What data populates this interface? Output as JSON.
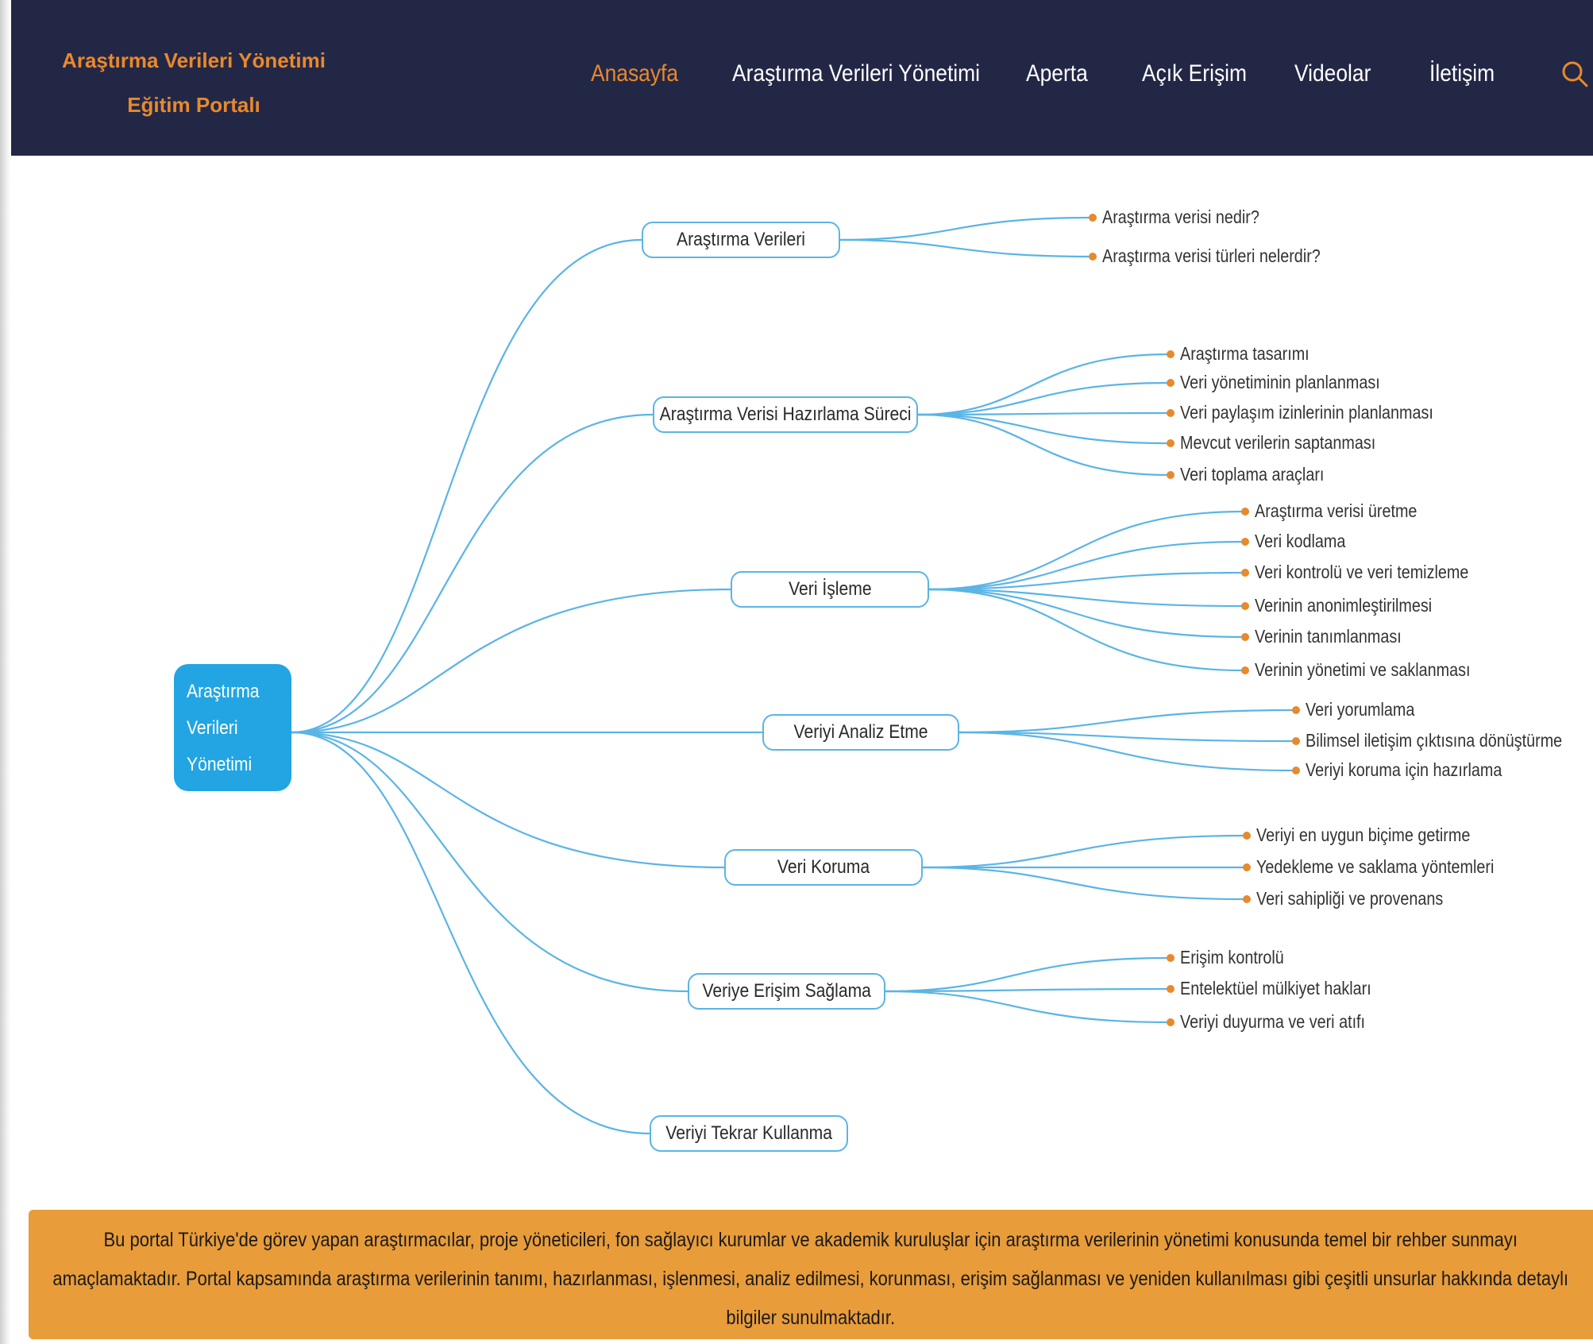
{
  "header": {
    "brand_line1": "Araştırma Verileri Yönetimi",
    "brand_line2": "Eğitim Portalı",
    "nav": [
      {
        "label": "Anasayfa",
        "active": true
      },
      {
        "label": "Araştırma Verileri Yönetimi",
        "active": false
      },
      {
        "label": "Aperta",
        "active": false
      },
      {
        "label": "Açık Erişim",
        "active": false
      },
      {
        "label": "Videolar",
        "active": false
      },
      {
        "label": "İletişim",
        "active": false
      }
    ],
    "search_icon": "search-icon"
  },
  "mindmap": {
    "root": {
      "line1": "Araştırma",
      "line2": "Verileri",
      "line3": "Yönetimi"
    },
    "branches": [
      {
        "label": "Araştırma Verileri",
        "children": [
          "Araştırma verisi nedir?",
          "Araştırma verisi türleri nelerdir?"
        ]
      },
      {
        "label": "Araştırma Verisi Hazırlama Süreci",
        "children": [
          "Araştırma tasarımı",
          "Veri yönetiminin planlanması",
          "Veri paylaşım izinlerinin planlanması",
          "Mevcut verilerin saptanması",
          "Veri toplama araçları"
        ]
      },
      {
        "label": "Veri İşleme",
        "children": [
          "Araştırma verisi üretme",
          "Veri kodlama",
          "Veri kontrolü ve veri temizleme",
          "Verinin anonimleştirilmesi",
          "Verinin tanımlanması",
          "Verinin yönetimi ve saklanması"
        ]
      },
      {
        "label": "Veriyi Analiz Etme",
        "children": [
          "Veri yorumlama",
          "Bilimsel iletişim çıktısına dönüştürme",
          "Veriyi koruma için hazırlama"
        ]
      },
      {
        "label": "Veri Koruma",
        "children": [
          "Veriyi en uygun biçime getirme",
          "Yedekleme ve saklama yöntemleri",
          "Veri sahipliği ve provenans"
        ]
      },
      {
        "label": "Veriye Erişim Sağlama",
        "children": [
          "Erişim kontrolü",
          "Entelektüel mülkiyet hakları",
          "Veriyi duyurma ve veri atıfı"
        ]
      },
      {
        "label": "Veriyi Tekrar Kullanma",
        "children": []
      }
    ],
    "colors": {
      "line": "#5bb4e6",
      "root": "#22a5e2",
      "dot": "#e8892c"
    }
  },
  "footer": {
    "text": "Bu portal Türkiye'de görev yapan araştırmacılar, proje yöneticileri, fon sağlayıcı kurumlar ve akademik kuruluşlar için araştırma verilerinin yönetimi konusunda temel bir rehber sunmayı amaçlamaktadır. Portal kapsamında araştırma verilerinin tanımı, hazırlanması, işlenmesi, analiz edilmesi, korunması, erişim sağlanması ve yeniden kullanılması gibi çeşitli unsurlar hakkında detaylı bilgiler sunulmaktadır."
  }
}
